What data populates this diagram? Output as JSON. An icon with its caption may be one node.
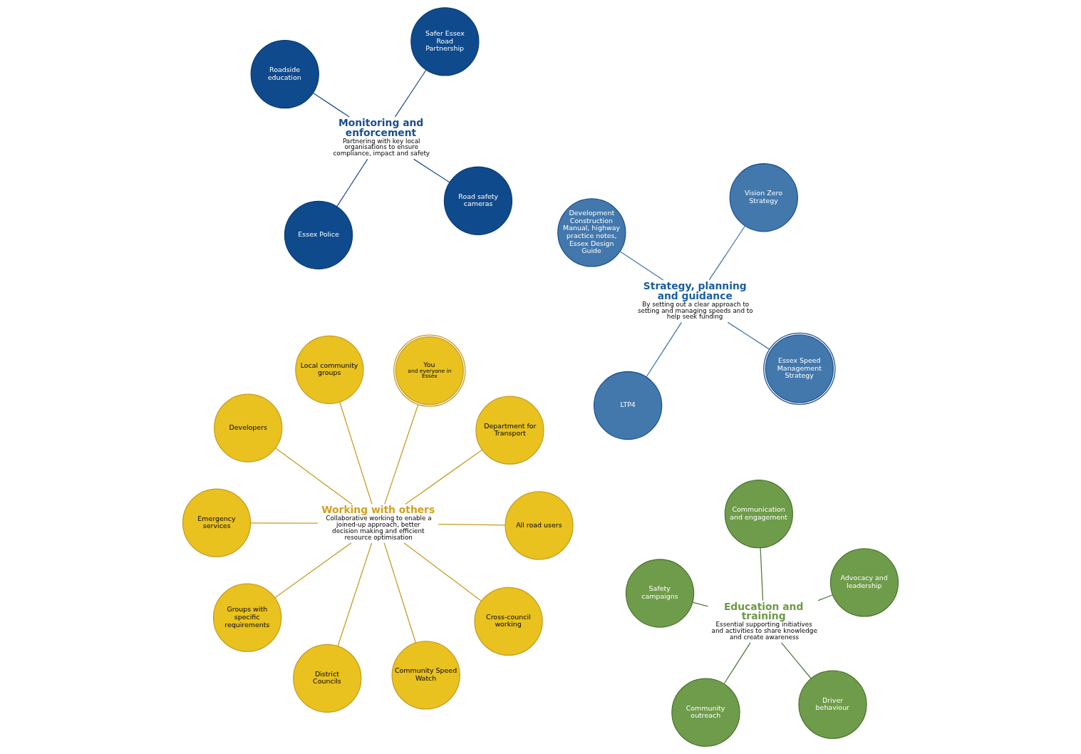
{
  "diagram": {
    "nodes": [
      {
        "text": [
          "Strategy, planning and guidance",
          "By setting out a clear approach to setting and managing speeds and to help seek funding"
        ]
      },
      {
        "text": [
          "Essex Speed Management Strategy"
        ]
      },
      {
        "text": [
          "LTP4"
        ]
      },
      {
        "text": [
          "Development Construction Manual, highway practice notes, Essex Design Guide"
        ]
      },
      {
        "text": [
          "Vision Zero Strategy"
        ]
      },
      {
        "text": [
          "Monitoring and enforcement",
          "Partnering with key local organisations to ensure compliance, impact and safety"
        ]
      },
      {
        "text": [
          "Road safety cameras"
        ]
      },
      {
        "text": [
          "Essex Police"
        ]
      },
      {
        "text": [
          "Roadside education"
        ]
      },
      {
        "text": [
          "Safer Essex Road Partnership"
        ]
      },
      {
        "text": [
          "Education and training",
          "Essential supporting initiatives and activities to share knowledge and create awareness"
        ]
      },
      {
        "text": [
          "Driver behaviour"
        ]
      },
      {
        "text": [
          "Community outreach"
        ]
      },
      {
        "text": [
          "Safety campaigns"
        ]
      },
      {
        "text": [
          "Advocacy and leadership"
        ]
      },
      {
        "text": [
          "Communication and engagement"
        ]
      },
      {
        "text": [
          "Working with others",
          "Collaborative working to enable a joined-up approach, better decision making and efficient resource optimisation"
        ]
      },
      {
        "text": [
          "Department for Transport"
        ]
      },
      {
        "text": [
          "District Councils"
        ]
      },
      {
        "text": [
          "Local community groups"
        ]
      },
      {
        "text": [
          "You",
          "and everyone in Essex"
        ]
      },
      {
        "text": [
          "Developers"
        ]
      },
      {
        "text": [
          "Emergency services"
        ]
      },
      {
        "text": [
          "All road users"
        ]
      },
      {
        "text": [
          "Groups with specific requirements"
        ]
      },
      {
        "text": [
          "Cross-council working"
        ]
      },
      {
        "text": [
          "Community Speed Watch"
        ]
      }
    ],
    "edges": [
      {
        "from": 1,
        "to": 0,
        "arrow": "none",
        "color": "#3f76aa"
      },
      {
        "from": 2,
        "to": 0,
        "arrow": "none",
        "color": "#3f76aa"
      },
      {
        "from": 3,
        "to": 0,
        "arrow": "none",
        "color": "#3f76aa"
      },
      {
        "from": 4,
        "to": 0,
        "arrow": "none",
        "color": "#3f76aa"
      },
      {
        "from": 6,
        "to": 5,
        "arrow": "none",
        "color": "#1a4f8f"
      },
      {
        "from": 7,
        "to": 5,
        "arrow": "none",
        "color": "#1a4f8f"
      },
      {
        "from": 8,
        "to": 5,
        "arrow": "none",
        "color": "#1a4f8f"
      },
      {
        "from": 9,
        "to": 5,
        "arrow": "none",
        "color": "#1a4f8f"
      },
      {
        "from": 11,
        "to": 10,
        "arrow": "none",
        "color": "#4e7a34"
      },
      {
        "from": 12,
        "to": 10,
        "arrow": "none",
        "color": "#4e7a34"
      },
      {
        "from": 13,
        "to": 10,
        "arrow": "none",
        "color": "#4e7a34"
      },
      {
        "from": 14,
        "to": 10,
        "arrow": "none",
        "color": "#4e7a34"
      },
      {
        "from": 15,
        "to": 10,
        "arrow": "none",
        "color": "#4e7a34"
      },
      {
        "from": 17,
        "to": 16,
        "arrow": "none"
      },
      {
        "from": 18,
        "to": 16,
        "arrow": "none"
      },
      {
        "from": 19,
        "to": 16,
        "arrow": "none"
      },
      {
        "from": 20,
        "to": 16,
        "arrow": "none"
      },
      {
        "from": 21,
        "to": 16,
        "arrow": "none"
      },
      {
        "from": 22,
        "to": 16,
        "arrow": "none"
      },
      {
        "from": 23,
        "to": 16,
        "arrow": "none"
      },
      {
        "from": 24,
        "to": 16,
        "arrow": "none"
      },
      {
        "from": 25,
        "to": 16,
        "arrow": "none"
      },
      {
        "from": 26,
        "to": 16,
        "arrow": "none"
      }
    ]
  }
}
